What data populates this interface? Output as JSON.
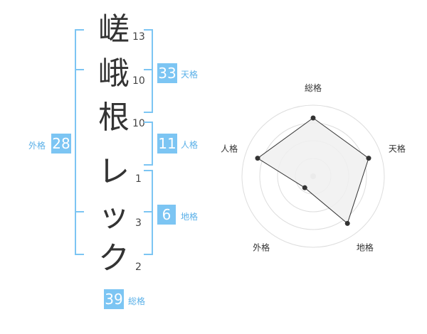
{
  "characters": [
    {
      "char": "嵯",
      "strokes": "13"
    },
    {
      "char": "峨",
      "strokes": "10"
    },
    {
      "char": "根",
      "strokes": "10"
    },
    {
      "char": "レ",
      "strokes": "1"
    },
    {
      "char": "ッ",
      "strokes": "3"
    },
    {
      "char": "ク",
      "strokes": "2"
    }
  ],
  "kakusu": {
    "tenkaku": {
      "value": "33",
      "label": "天格"
    },
    "jinkaku": {
      "value": "11",
      "label": "人格"
    },
    "chikaku": {
      "value": "6",
      "label": "地格"
    },
    "gaikaku": {
      "value": "28",
      "label": "外格"
    },
    "soukaku": {
      "value": "39",
      "label": "総格"
    }
  },
  "chart_data": {
    "type": "radar",
    "axes": [
      "総格",
      "天格",
      "地格",
      "外格",
      "人格"
    ],
    "values": [
      0.82,
      0.82,
      0.82,
      0.2,
      0.82
    ],
    "max": 1,
    "rings": 4,
    "colors": {
      "fill": "#f0f0f0",
      "stroke": "#333333",
      "grid": "#dddddd",
      "point": "#333333"
    }
  }
}
